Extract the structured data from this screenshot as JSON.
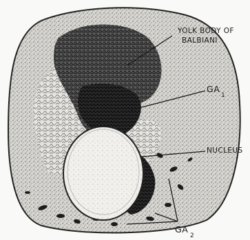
{
  "labels": {
    "yolk_line1": "YOLK BODY OF",
    "yolk_line2": "BALBIANI",
    "ga1_main": "GA",
    "ga1_sub": "1",
    "nucleus": "NUCLEUS",
    "ga2_main": "GA",
    "ga2_sub": "2"
  },
  "colors": {
    "ink": "#1a1a1a",
    "paper": "#f9f9f7",
    "cytoplasm": "#cfcfcb",
    "yolk": "#3a3a3a",
    "nucleus": "#ecebe6"
  }
}
